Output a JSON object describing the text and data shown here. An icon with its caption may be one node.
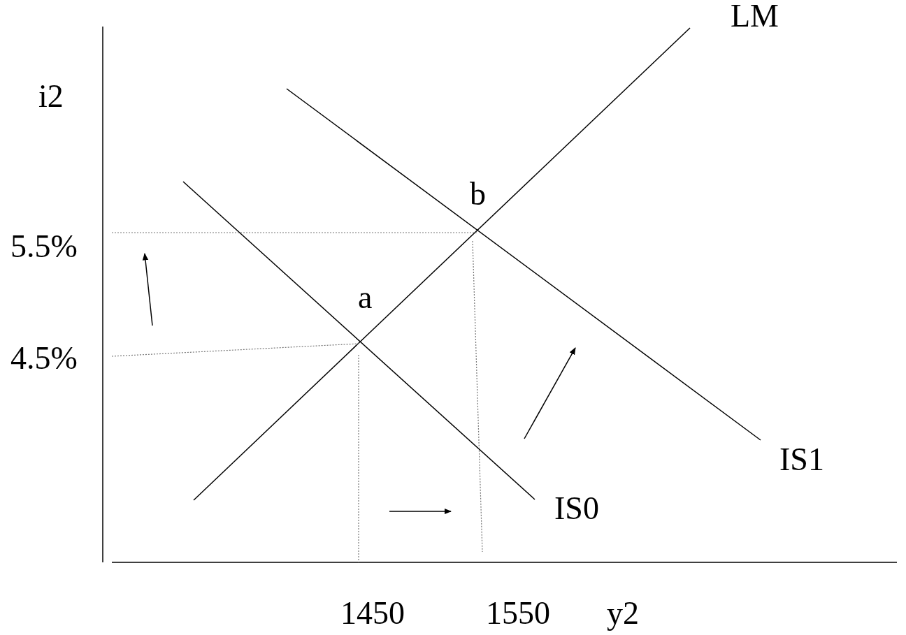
{
  "diagram": {
    "labels": [
      "LM",
      "i2",
      "b",
      "5.5%",
      "a",
      "4.5%",
      "IS1",
      "IS0",
      "1450",
      "1550",
      "y2"
    ]
  }
}
